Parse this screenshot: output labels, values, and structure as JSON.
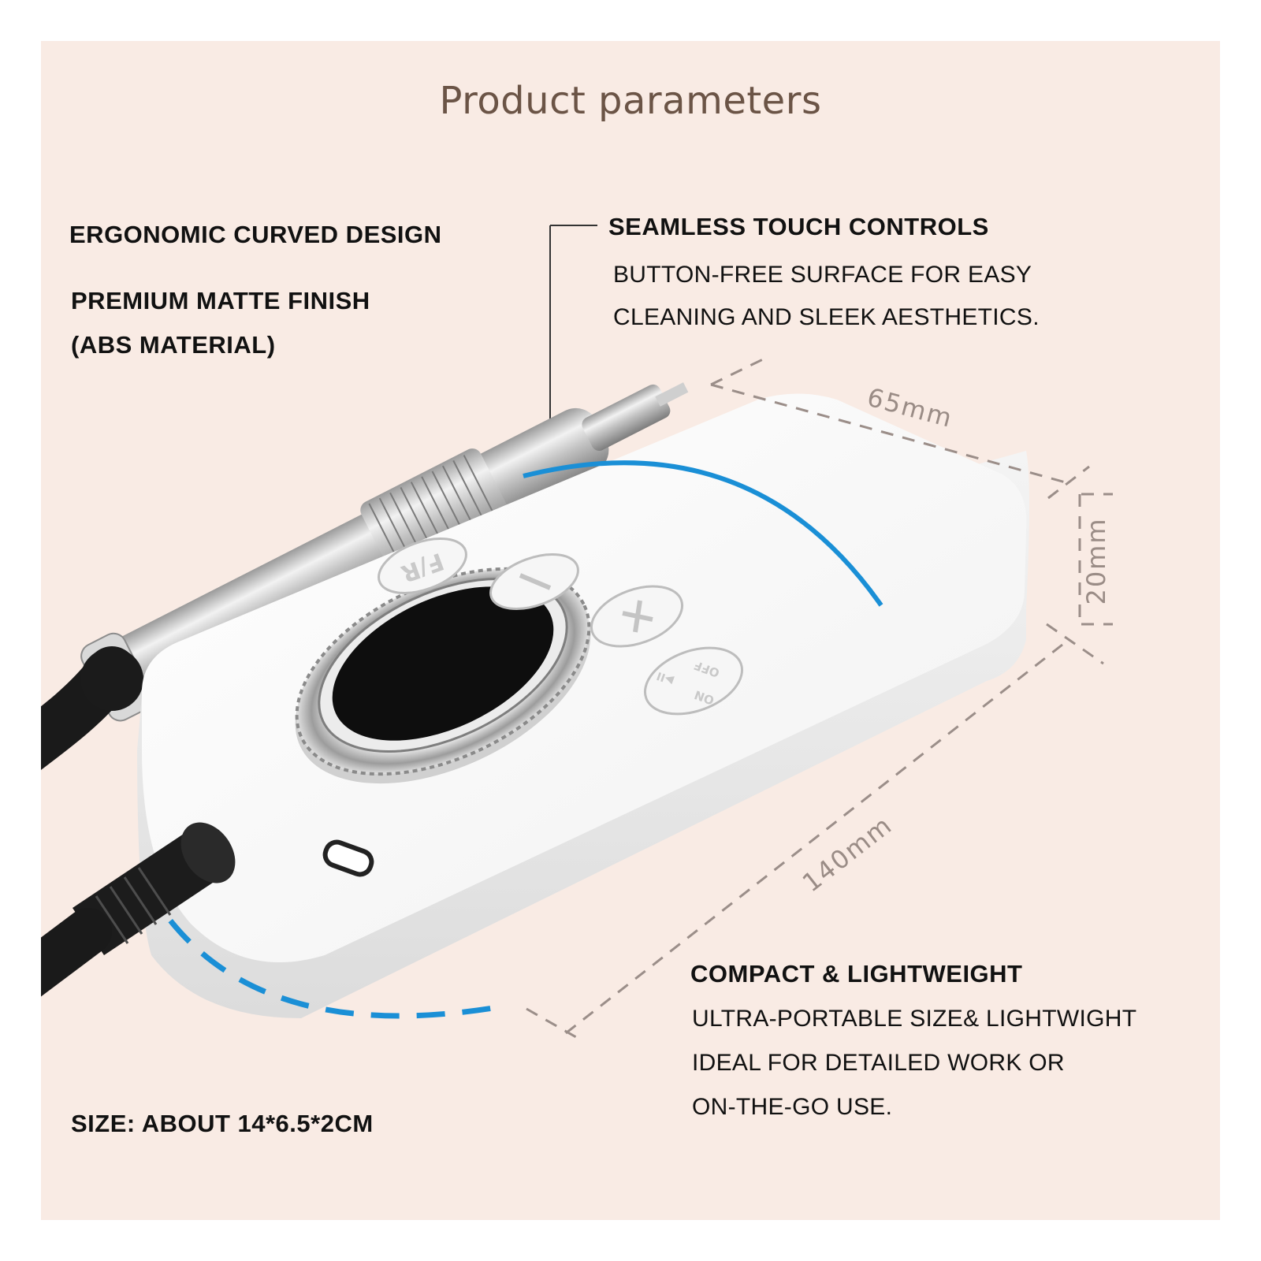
{
  "title": "Product parameters",
  "features": {
    "ergonomic": "ERGONOMIC CURVED DESIGN",
    "matte_line1": "PREMIUM MATTE FINISH",
    "matte_line2": "(ABS MATERIAL)",
    "touch_title": "SEAMLESS TOUCH CONTROLS",
    "touch_line1": "BUTTON-FREE SURFACE FOR EASY",
    "touch_line2": "CLEANING AND SLEEK AESTHETICS.",
    "compact_title": "COMPACT & LIGHTWEIGHT",
    "compact_line1": "ULTRA-PORTABLE SIZE& LIGHTWIGHT",
    "compact_line2": "IDEAL FOR DETAILED WORK OR",
    "compact_line3": "ON-THE-GO USE.",
    "size": "SIZE: ABOUT 14*6.5*2CM"
  },
  "dimensions": {
    "width": "65mm",
    "height": "20mm",
    "length": "140mm"
  },
  "device_buttons": {
    "fr": "F/R",
    "minus": "−",
    "plus": "+",
    "on": "ON",
    "off": "OFF",
    "play": "▶II"
  },
  "colors": {
    "background": "#f9ebe4",
    "accent_line": "#1a8fd6",
    "title": "#6b5446"
  }
}
